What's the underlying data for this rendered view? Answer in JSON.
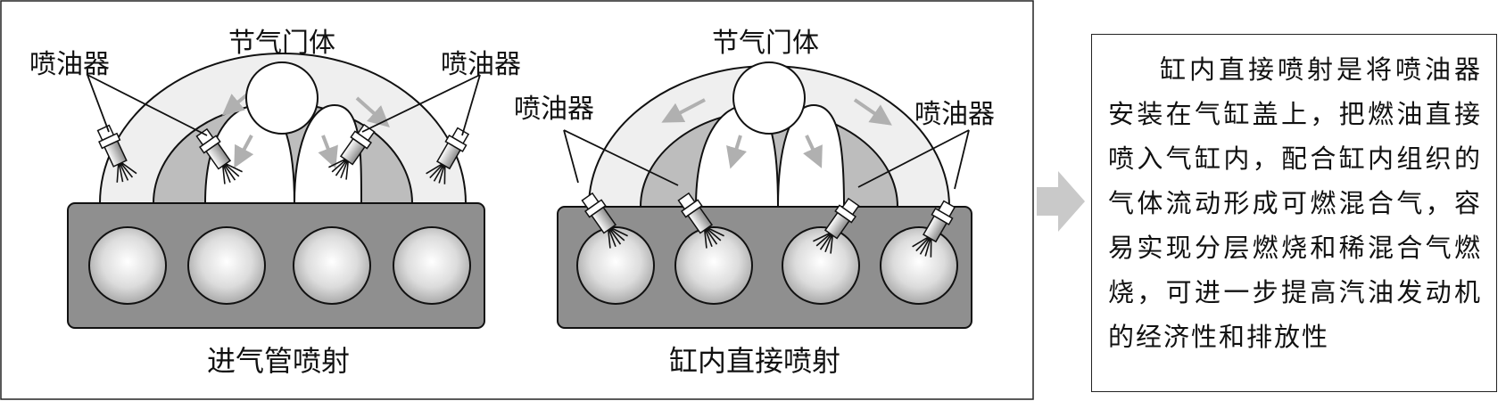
{
  "left_diagram": {
    "throttle_label": "节气门体",
    "injector_label_left": "喷油器",
    "injector_label_right": "喷油器",
    "caption": "进气管喷射"
  },
  "right_diagram": {
    "throttle_label": "节气门体",
    "injector_label_left": "喷油器",
    "injector_label_right": "喷油器",
    "caption": "缸内直接喷射"
  },
  "description": "缸内直接喷射是将喷油器安装在气缸盖上，把燃油直接喷入气缸内，配合缸内组织的气体流动形成可燃混合气，容易实现分层燃烧和稀混合气燃烧，可进一步提高汽油发动机的经济性和排放性",
  "colors": {
    "block": "#8f8f8f",
    "manifold_light": "#eeeeee",
    "manifold_dark": "#bdbdbd",
    "arrow": "#b5b5b5"
  }
}
